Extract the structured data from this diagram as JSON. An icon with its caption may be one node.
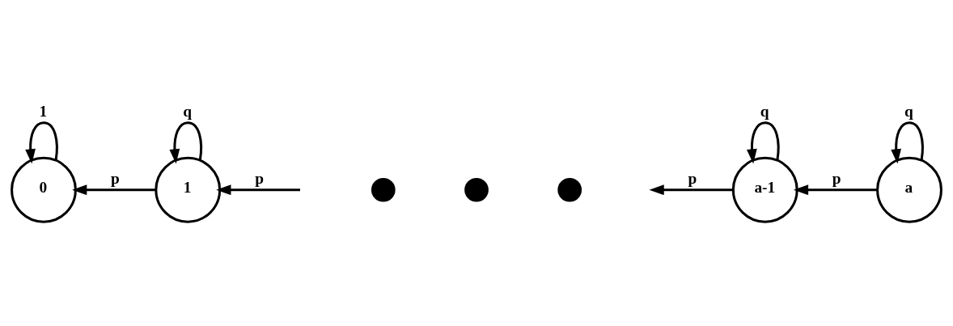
{
  "diagram": {
    "nodes": [
      {
        "text": [
          "0"
        ]
      },
      {
        "text": [
          "1"
        ]
      },
      {
        "text": [],
        "shape": "circle"
      },
      {
        "text": [],
        "shape": "circle"
      },
      {
        "text": [],
        "shape": "circle"
      },
      {
        "text": [
          "a-1"
        ]
      },
      {
        "text": [
          "a"
        ]
      }
    ],
    "edges": [
      {
        "from": 0,
        "to": 0,
        "arrow": "to",
        "label": "1"
      },
      {
        "from": 1,
        "to": 0,
        "arrow": "to",
        "label": "p"
      },
      {
        "from": null,
        "to": 1,
        "arrow": "to",
        "label": "p"
      },
      {
        "from": 1,
        "to": 1,
        "arrow": "to",
        "label": "q"
      },
      {
        "from": 5,
        "to": null,
        "arrow": "to",
        "label": "p"
      },
      {
        "from": 6,
        "to": 5,
        "arrow": "to",
        "label": "p"
      },
      {
        "from": 5,
        "to": 5,
        "arrow": "to",
        "label": "q"
      },
      {
        "from": 6,
        "to": 6,
        "arrow": "to",
        "label": "q"
      }
    ]
  }
}
